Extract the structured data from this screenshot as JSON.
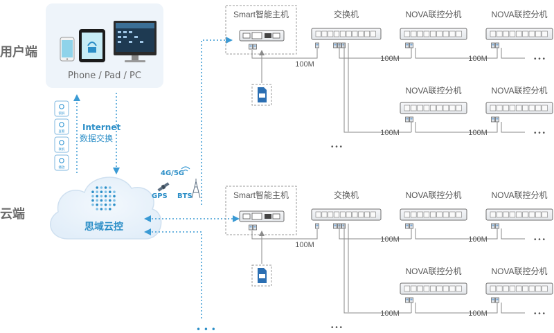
{
  "labels": {
    "user_side": "用户端",
    "cloud_side": "云端",
    "devices": "Phone / Pad / PC",
    "internet": "Internet",
    "data_exchange": "数据交换",
    "cloud_name": "思域云控",
    "net_4g5g": "4G/5G",
    "gps": "GPS",
    "bts": "BTS",
    "ellipsis": "• • •"
  },
  "side_icons": [
    {
      "name": "lock-tile",
      "label": "锁屏"
    },
    {
      "name": "search-tile",
      "label": "查看"
    },
    {
      "name": "people-tile",
      "label": "联机"
    },
    {
      "name": "phone-tile",
      "label": "播放"
    }
  ],
  "groups": [
    {
      "host": "Smart智能主机",
      "switch": "交换机",
      "speed_host": "100M",
      "rows": [
        {
          "controllers": [
            "NOVA联控分机",
            "NOVA联控分机"
          ],
          "speeds": [
            "100M",
            "100M"
          ]
        },
        {
          "controllers": [
            "NOVA联控分机",
            "NOVA联控分机"
          ],
          "speeds": [
            "100M",
            "100M"
          ]
        }
      ]
    },
    {
      "host": "Smart智能主机",
      "switch": "交换机",
      "speed_host": "100M",
      "rows": [
        {
          "controllers": [
            "NOVA联控分机",
            "NOVA联控分机"
          ],
          "speeds": [
            "100M",
            "100M"
          ]
        },
        {
          "controllers": [
            "NOVA联控分机",
            "NOVA联控分机"
          ],
          "speeds": [
            "100M",
            "100M"
          ]
        }
      ]
    }
  ],
  "colors": {
    "accent_blue": "#2b8ec7",
    "dotted": "#3a9ad4",
    "line": "#8a8a8a",
    "device_fill": "#eef0f3",
    "panel": "#eef4fa"
  }
}
